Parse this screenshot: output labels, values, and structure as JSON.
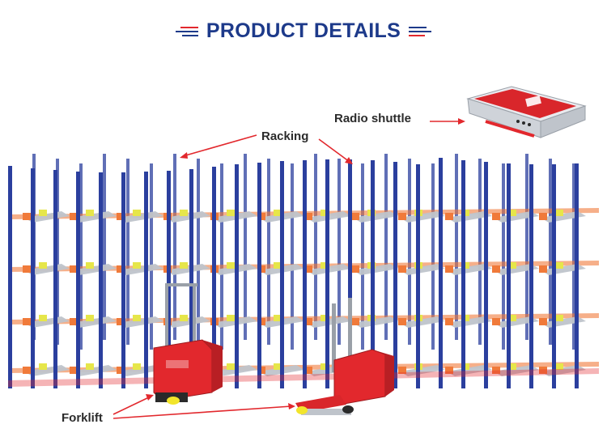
{
  "header": {
    "title": "PRODUCT DETAILS"
  },
  "labels": {
    "racking": "Racking",
    "radio_shuttle": "Radio shuttle",
    "forklift": "Forklift"
  },
  "colors": {
    "title": "#1d3a8a",
    "upright": "#2b3f9e",
    "rail": "#bfc4cb",
    "accent_red": "#e2282d",
    "accent_orange": "#f07a3a",
    "accent_yellow": "#e6e64a",
    "arrow": "#e2282d"
  },
  "icons": {
    "title_decor_left": "lines-decor-icon",
    "title_decor_right": "lines-decor-icon"
  }
}
